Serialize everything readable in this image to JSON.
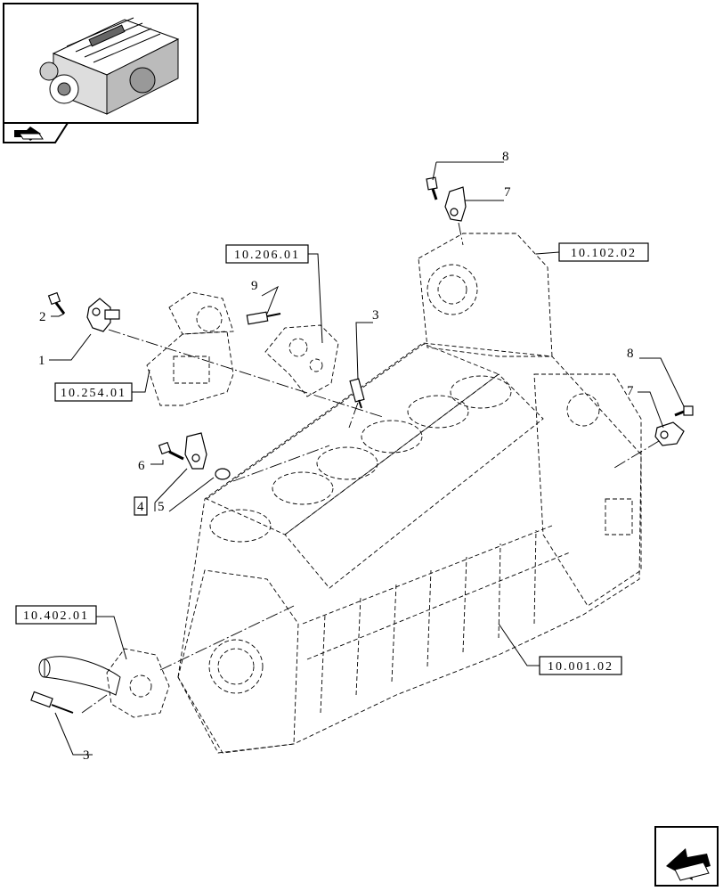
{
  "drawing": {
    "thumbnail": {
      "icon": "engine-thumbnail",
      "tab_icon": "folder-arrow-icon"
    },
    "corner_icon": "next-page-arrow-icon",
    "references": [
      {
        "id": "ref-10-254-01",
        "label": "10.254.01"
      },
      {
        "id": "ref-10-206-01",
        "label": "10.206.01"
      },
      {
        "id": "ref-10-102-02",
        "label": "10.102.02"
      },
      {
        "id": "ref-10-402-01",
        "label": "10.402.01"
      },
      {
        "id": "ref-10-001-02",
        "label": "10.001.02"
      }
    ],
    "callouts": {
      "c1": "1",
      "c2": "2",
      "c3a": "3",
      "c3b": "3",
      "c4": "4",
      "c5": "5",
      "c6": "6",
      "c7a": "7",
      "c7b": "7",
      "c8a": "8",
      "c8b": "8",
      "c9": "9"
    }
  }
}
